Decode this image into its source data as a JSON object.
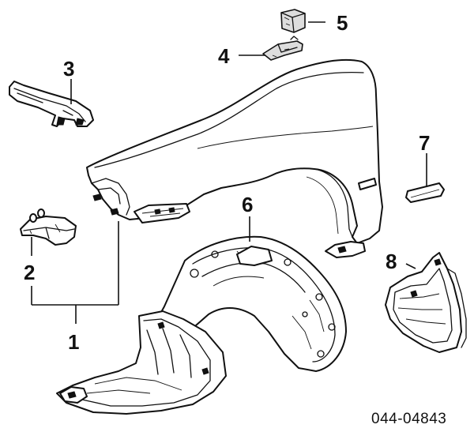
{
  "callouts": {
    "c1": "1",
    "c2": "2",
    "c3": "3",
    "c4": "4",
    "c5": "5",
    "c6": "6",
    "c7": "7",
    "c8": "8"
  },
  "diagram_code": "044-04843",
  "colors": {
    "line": "#111111",
    "background": "#ffffff"
  }
}
